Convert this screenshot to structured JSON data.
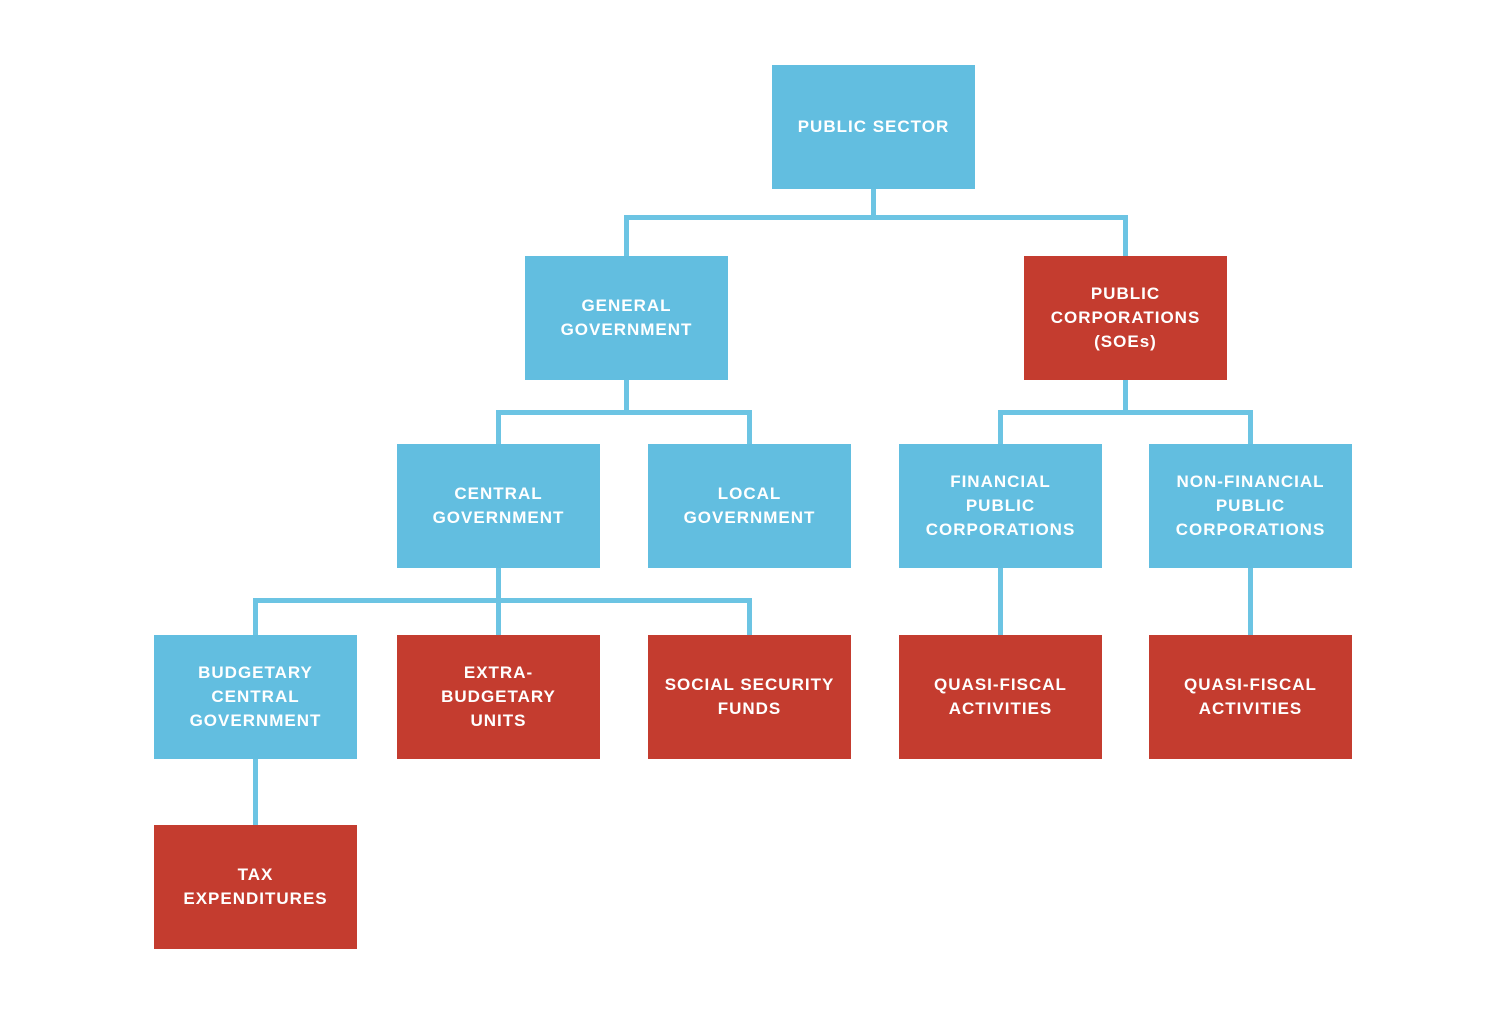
{
  "diagram": {
    "type": "org-chart",
    "description": "Hierarchy of the public sector: general government and public corporations (SOEs) with their sub-entities",
    "colors": {
      "background": "#FFFFFF",
      "blue": "#62BEE0",
      "red": "#C43C2F",
      "line": "#6CC4E3",
      "text": "#FFFFFF"
    },
    "nodes": {
      "public_sector": {
        "label": "PUBLIC SECTOR",
        "color": "blue",
        "level": 1
      },
      "general_government": {
        "label": "GENERAL\nGOVERNMENT",
        "color": "blue",
        "level": 2
      },
      "public_corporations": {
        "label": "PUBLIC\nCORPORATIONS\n(SOEs)",
        "color": "red",
        "level": 2
      },
      "central_government": {
        "label": "CENTRAL\nGOVERNMENT",
        "color": "blue",
        "level": 3
      },
      "local_government": {
        "label": "LOCAL\nGOVERNMENT",
        "color": "blue",
        "level": 3
      },
      "financial_public_corporations": {
        "label": "FINANCIAL\nPUBLIC\nCORPORATIONS",
        "color": "blue",
        "level": 3
      },
      "non_financial_public_corporations": {
        "label": "NON-FINANCIAL\nPUBLIC\nCORPORATIONS",
        "color": "blue",
        "level": 3
      },
      "budgetary_central_government": {
        "label": "BUDGETARY\nCENTRAL\nGOVERNMENT",
        "color": "blue",
        "level": 4
      },
      "extra_budgetary_units": {
        "label": "EXTRA-\nBUDGETARY\nUNITS",
        "color": "red",
        "level": 4
      },
      "social_security_funds": {
        "label": "SOCIAL SECURITY\nFUNDS",
        "color": "red",
        "level": 4
      },
      "quasi_fiscal_activities_financial": {
        "label": "QUASI-FISCAL\nACTIVITIES",
        "color": "red",
        "level": 4
      },
      "quasi_fiscal_activities_non_financial": {
        "label": "QUASI-FISCAL\nACTIVITIES",
        "color": "red",
        "level": 4
      },
      "tax_expenditures": {
        "label": "TAX\nEXPENDITURES",
        "color": "red",
        "level": 5
      }
    },
    "edges": [
      {
        "from": "public_sector",
        "to": [
          "general_government",
          "public_corporations"
        ]
      },
      {
        "from": "general_government",
        "to": [
          "central_government",
          "local_government"
        ]
      },
      {
        "from": "public_corporations",
        "to": [
          "financial_public_corporations",
          "non_financial_public_corporations"
        ]
      },
      {
        "from": "central_government",
        "to": [
          "budgetary_central_government",
          "extra_budgetary_units",
          "social_security_funds"
        ]
      },
      {
        "from": "financial_public_corporations",
        "to": [
          "quasi_fiscal_activities_financial"
        ]
      },
      {
        "from": "non_financial_public_corporations",
        "to": [
          "quasi_fiscal_activities_non_financial"
        ]
      },
      {
        "from": "budgetary_central_government",
        "to": [
          "tax_expenditures"
        ]
      }
    ]
  }
}
